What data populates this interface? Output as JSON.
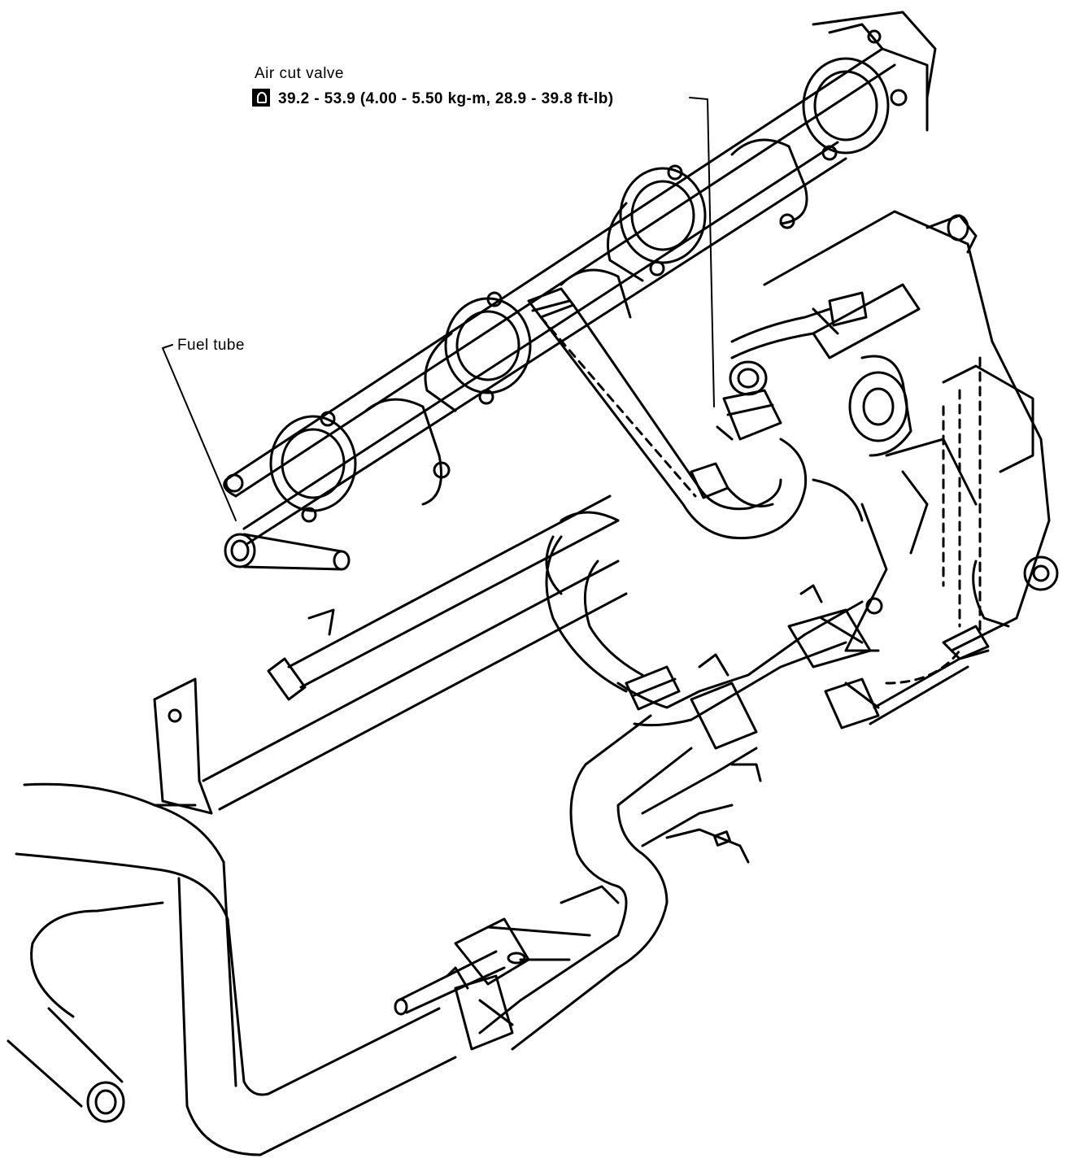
{
  "labels": {
    "air_cut_valve": "Air cut valve",
    "torque_spec": "39.2 - 53.9 (4.00 - 5.50 kg-m, 28.9 - 39.8 ft-lb)",
    "fuel_tube": "Fuel tube"
  },
  "icons": {
    "torque": "torque-wrench-icon"
  },
  "colors": {
    "line": "#000000",
    "background": "#ffffff"
  }
}
